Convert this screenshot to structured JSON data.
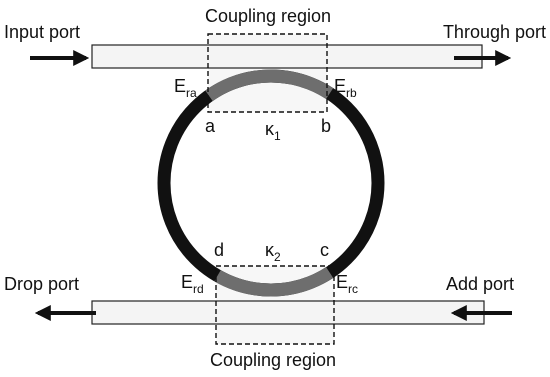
{
  "labels": {
    "input_port": "Input port",
    "through_port": "Through port",
    "drop_port": "Drop port",
    "add_port": "Add port",
    "coupling_region_top": "Coupling region",
    "coupling_region_bottom": "Coupling region"
  },
  "points": {
    "a": "a",
    "b": "b",
    "c": "c",
    "d": "d"
  },
  "coupling": {
    "top": {
      "symbol": "κ",
      "sub": "1"
    },
    "bottom": {
      "symbol": "κ",
      "sub": "2"
    }
  },
  "fields": {
    "ra": {
      "main": "E",
      "sub": "ra"
    },
    "rb": {
      "main": "E",
      "sub": "rb"
    },
    "rc": {
      "main": "E",
      "sub": "rc"
    },
    "rd": {
      "main": "E",
      "sub": "rd"
    }
  },
  "colors": {
    "ring": "#111111",
    "coupler_arc": "#6e6e6e",
    "waveguide_fill": "#f4f4f4",
    "waveguide_stroke": "#222222",
    "arrow": "#111111"
  }
}
